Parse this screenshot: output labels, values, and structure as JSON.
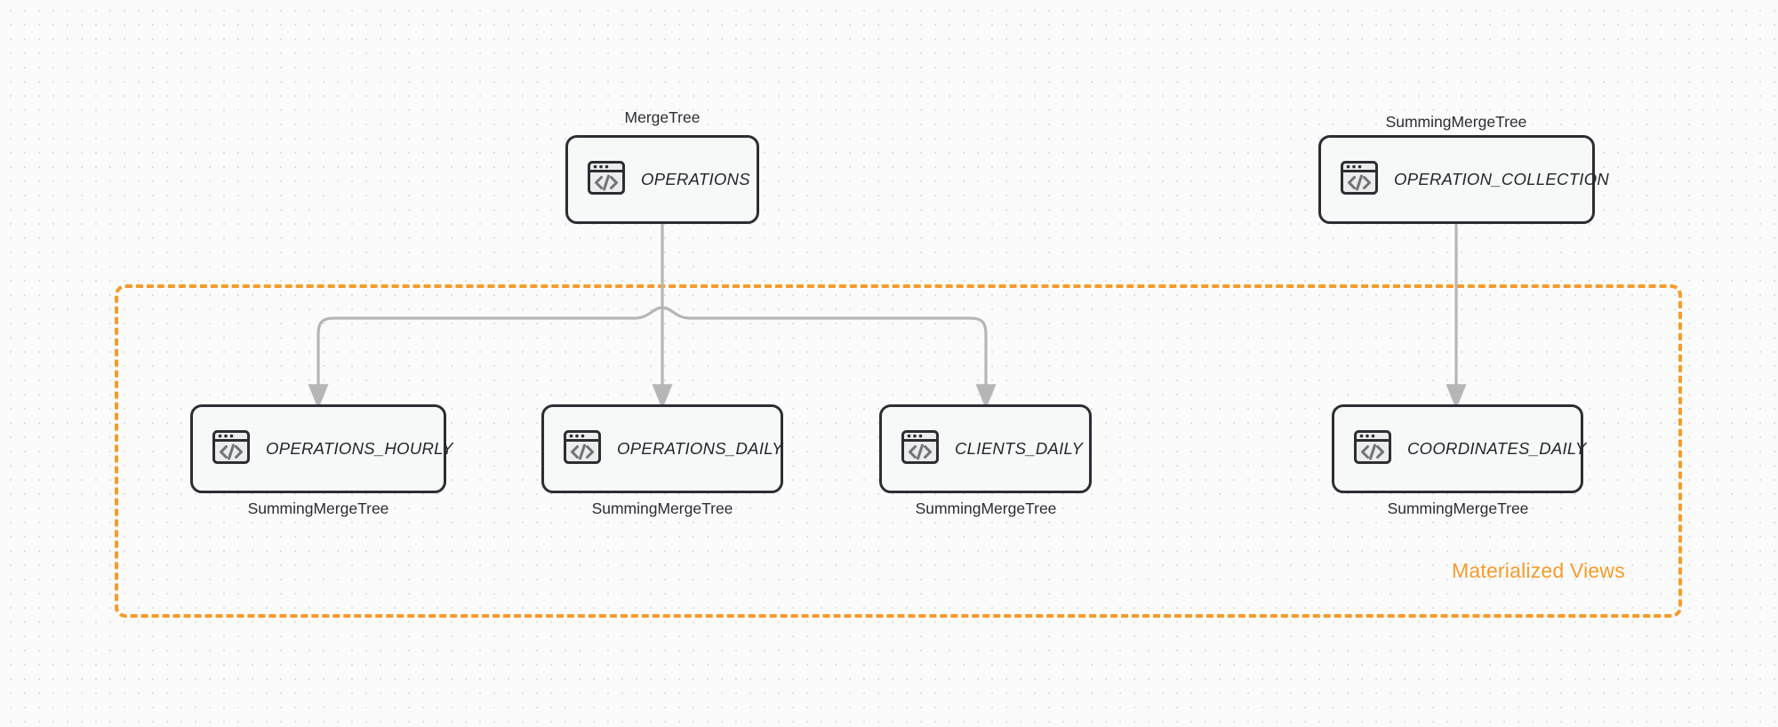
{
  "diagram": {
    "title": "ClickHouse table and materialized view topology",
    "background": "#fbfbfc",
    "accent_color": "#F79B2A",
    "node_border_color": "#2c2e33",
    "node_fill_color": "#f7f8f8",
    "edge_color": "#b6b6b6",
    "icon_name": "code-window-icon"
  },
  "group": {
    "label": "Materialized Views",
    "color": "#F79B2A",
    "style": "dashed"
  },
  "nodes": [
    {
      "id": "operations",
      "title": "OPERATIONS",
      "engine": "MergeTree",
      "engine_position": "above",
      "icon": "code-window-icon"
    },
    {
      "id": "operation_collection",
      "title": "OPERATION_COLLECTION",
      "engine": "SummingMergeTree",
      "engine_position": "above",
      "icon": "code-window-icon"
    },
    {
      "id": "operations_hourly",
      "title": "OPERATIONS_HOURLY",
      "engine": "SummingMergeTree",
      "engine_position": "below",
      "icon": "code-window-icon"
    },
    {
      "id": "operations_daily",
      "title": "OPERATIONS_DAILY",
      "engine": "SummingMergeTree",
      "engine_position": "below",
      "icon": "code-window-icon"
    },
    {
      "id": "clients_daily",
      "title": "CLIENTS_DAILY",
      "engine": "SummingMergeTree",
      "engine_position": "below",
      "icon": "code-window-icon"
    },
    {
      "id": "coordinates_daily",
      "title": "COORDINATES_DAILY",
      "engine": "SummingMergeTree",
      "engine_position": "below",
      "icon": "code-window-icon"
    }
  ],
  "edges": [
    {
      "from": "operations",
      "to": "operations_hourly"
    },
    {
      "from": "operations",
      "to": "operations_daily"
    },
    {
      "from": "operations",
      "to": "clients_daily"
    },
    {
      "from": "operation_collection",
      "to": "coordinates_daily"
    }
  ]
}
